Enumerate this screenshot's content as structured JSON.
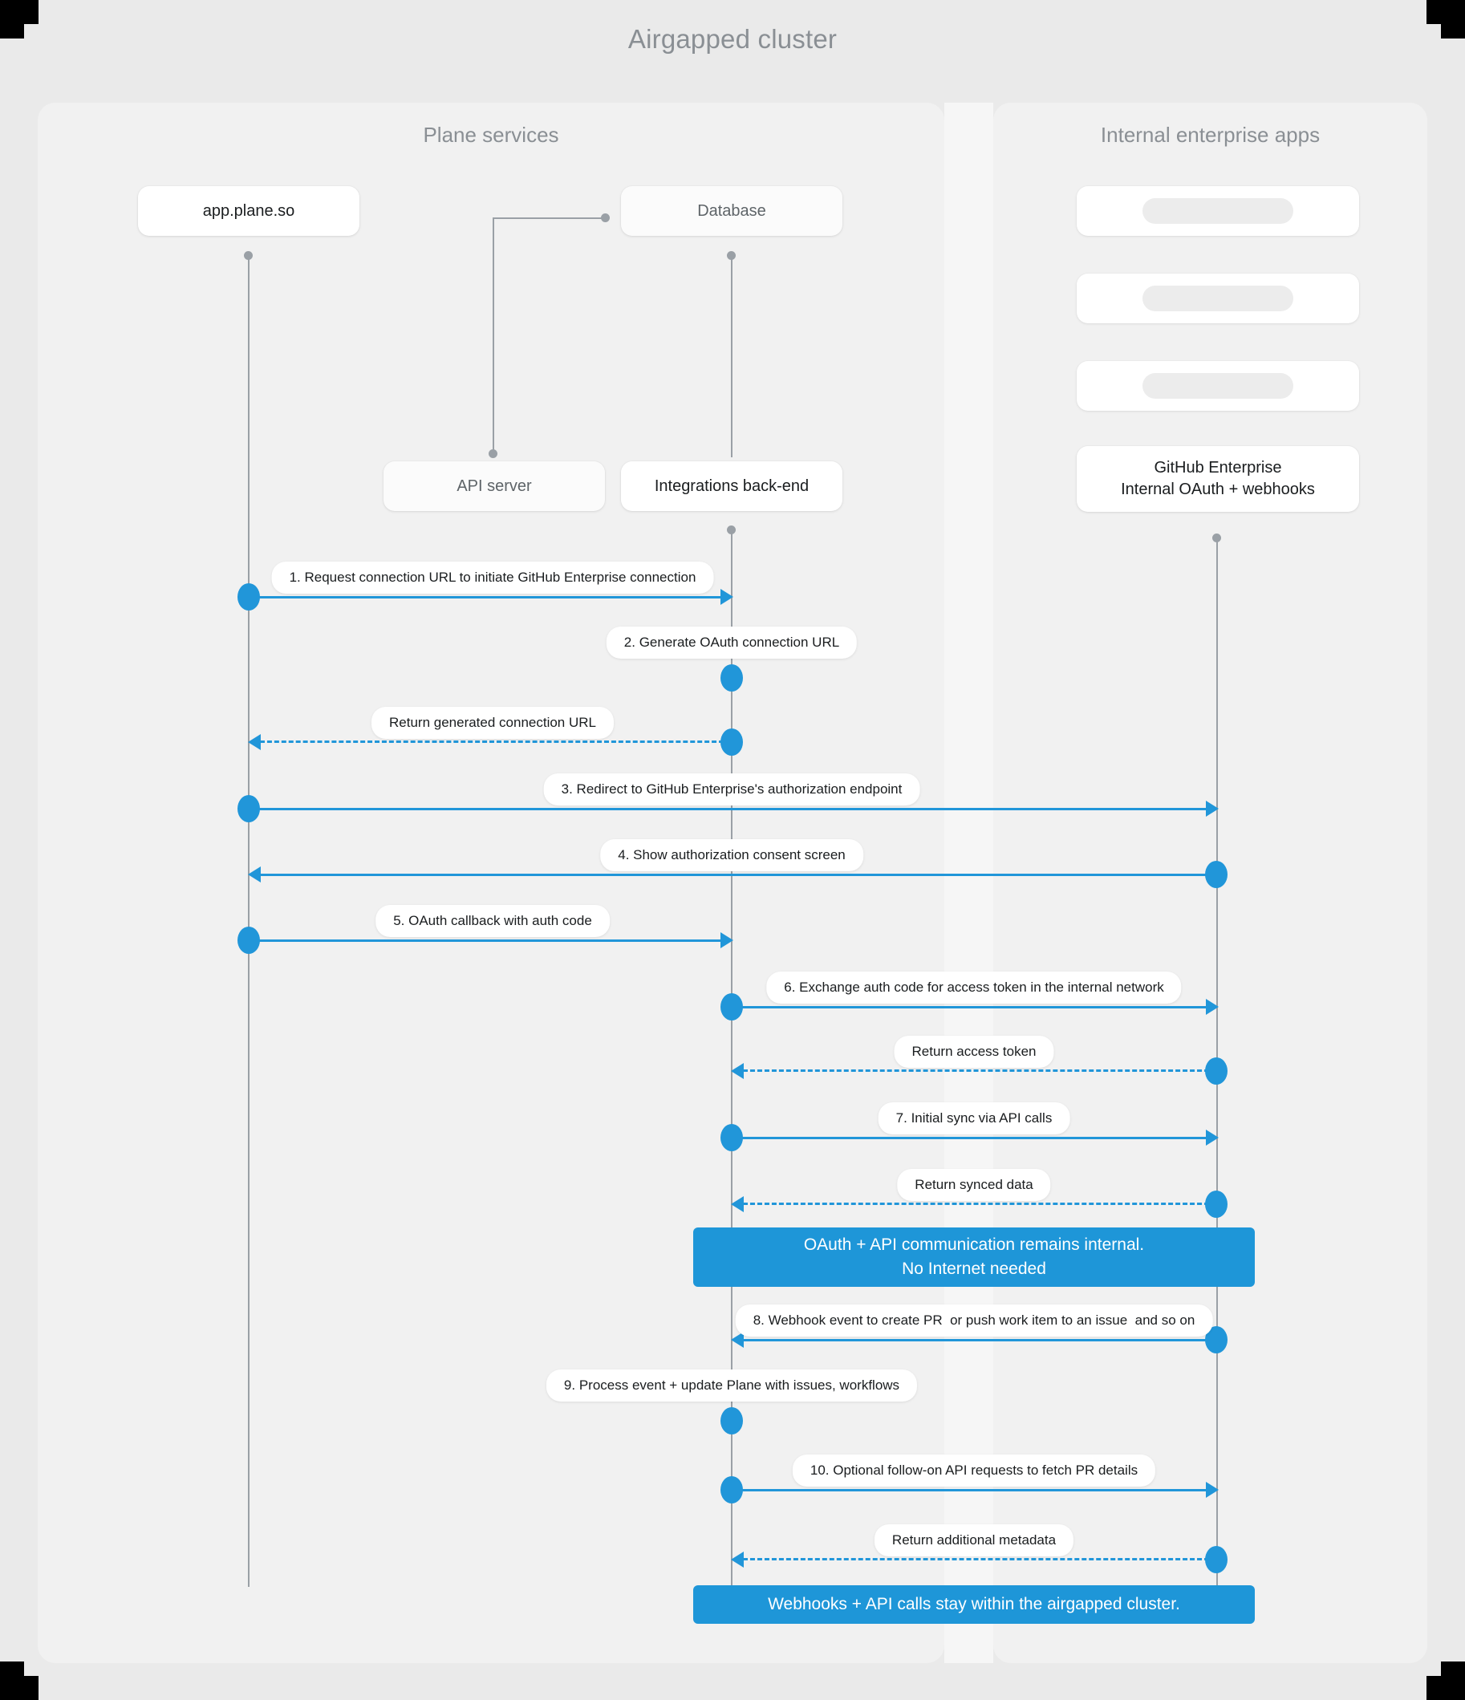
{
  "title": "Airgapped cluster",
  "accent_color": "#1e96d8",
  "lifeline_color": "#9aa0a6",
  "background_color": "#eaeaea",
  "panels": {
    "left": {
      "title": "Plane services"
    },
    "right": {
      "title": "Internal enterprise apps"
    }
  },
  "actors": [
    {
      "id": "app",
      "label": "app.plane.so"
    },
    {
      "id": "db",
      "label": "Database"
    },
    {
      "id": "api",
      "label": "API server"
    },
    {
      "id": "integrations",
      "label": "Integrations back-end"
    },
    {
      "id": "ghe",
      "label": "GitHub Enterprise\nInternal OAuth + webhooks"
    }
  ],
  "placeholder_cards": [
    {
      "id": "ph-1",
      "label": ""
    },
    {
      "id": "ph-2",
      "label": ""
    },
    {
      "id": "ph-3",
      "label": ""
    }
  ],
  "messages": [
    {
      "n": 1,
      "label": "1. Request connection URL to initiate GitHub Enterprise connection",
      "from": "app",
      "to": "integrations",
      "style": "solid"
    },
    {
      "n": 2,
      "label": "2. Generate OAuth connection URL",
      "from": "integrations",
      "to": "integrations",
      "style": "self"
    },
    {
      "n": 3,
      "label": "Return generated connection URL",
      "from": "integrations",
      "to": "app",
      "style": "dashed"
    },
    {
      "n": 4,
      "label": "3. Redirect to GitHub Enterprise's authorization endpoint",
      "from": "app",
      "to": "ghe",
      "style": "solid"
    },
    {
      "n": 5,
      "label": "4. Show authorization consent screen",
      "from": "ghe",
      "to": "app",
      "style": "solid"
    },
    {
      "n": 6,
      "label": "5. OAuth callback with auth code",
      "from": "app",
      "to": "integrations",
      "style": "solid"
    },
    {
      "n": 7,
      "label": "6. Exchange auth code for access token in the internal network",
      "from": "integrations",
      "to": "ghe",
      "style": "solid"
    },
    {
      "n": 8,
      "label": "Return access token",
      "from": "ghe",
      "to": "integrations",
      "style": "dashed"
    },
    {
      "n": 9,
      "label": "7. Initial sync via API calls",
      "from": "integrations",
      "to": "ghe",
      "style": "solid"
    },
    {
      "n": 10,
      "label": "Return synced data",
      "from": "ghe",
      "to": "integrations",
      "style": "dashed"
    },
    {
      "n": 11,
      "label": "8. Webhook event to create PR  or push work item to an issue  and so on",
      "from": "ghe",
      "to": "integrations",
      "style": "solid"
    },
    {
      "n": 12,
      "label": "9. Process event + update Plane with issues, workflows",
      "from": "integrations",
      "to": "integrations",
      "style": "self"
    },
    {
      "n": 13,
      "label": "10. Optional follow-on API requests to fetch PR details",
      "from": "integrations",
      "to": "ghe",
      "style": "solid"
    },
    {
      "n": 14,
      "label": "Return additional metadata",
      "from": "ghe",
      "to": "integrations",
      "style": "dashed"
    }
  ],
  "notes": [
    {
      "id": "note-1",
      "line1": "OAuth + API communication remains internal.",
      "line2": "No Internet needed"
    },
    {
      "id": "note-2",
      "line1": "Webhooks + API calls stay within the airgapped cluster.",
      "line2": ""
    }
  ]
}
